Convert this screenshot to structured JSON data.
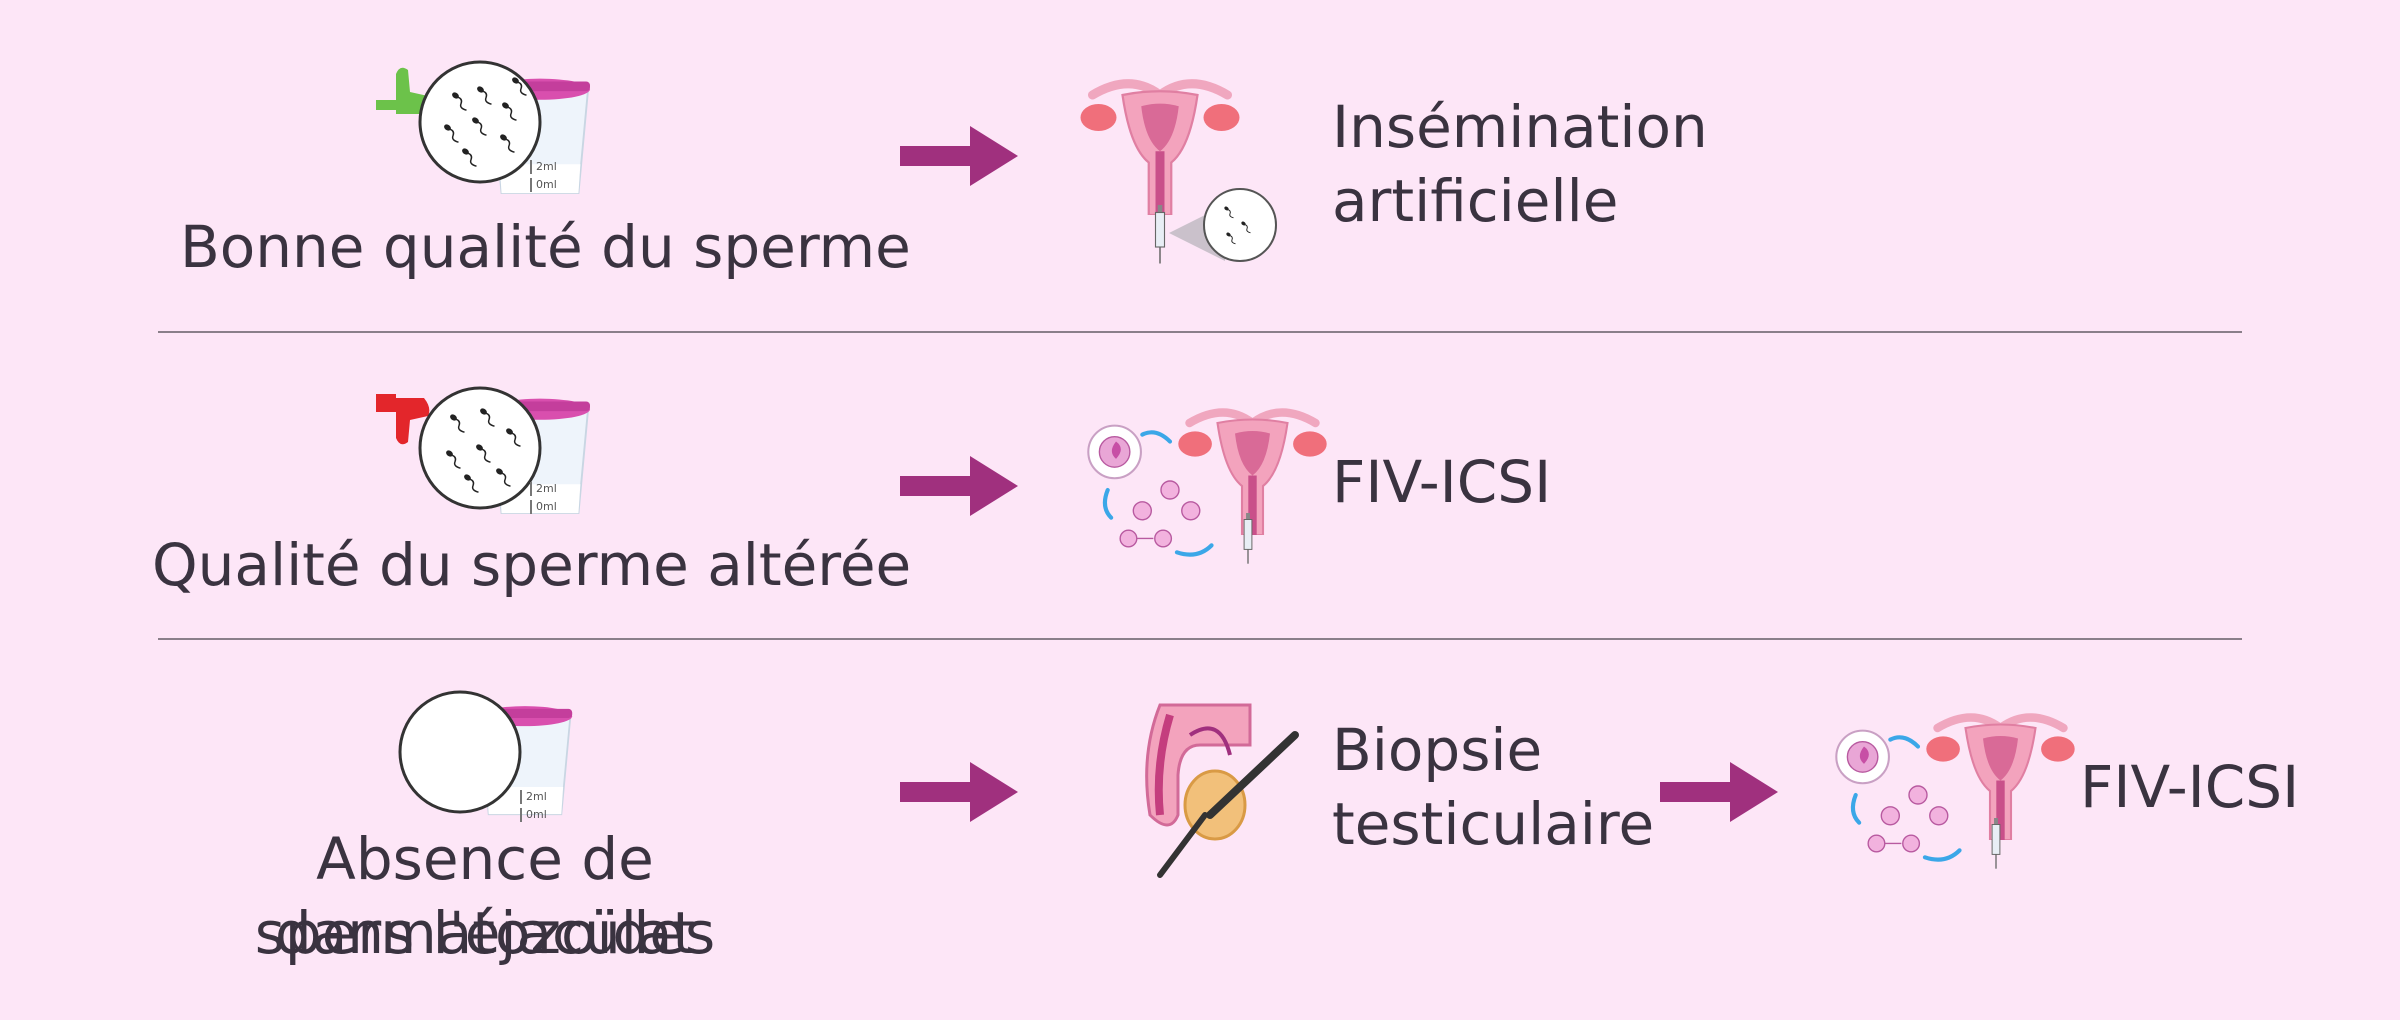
{
  "rows": [
    {
      "condition": "Bonne qualité du sperme",
      "treatment_line1": "Insémination",
      "treatment_line2": "artificielle",
      "quality": "good",
      "quality_icon": "thumbs-up-icon"
    },
    {
      "condition": "Qualité du sperme altérée",
      "treatment": "FIV-ICSI",
      "quality": "bad",
      "quality_icon": "thumbs-down-icon"
    },
    {
      "condition_line1": "Absence de spermatozoïdes",
      "condition_line2": "dans l'éjaculat",
      "step1_line1": "Biopsie",
      "step1_line2": "testiculaire",
      "treatment": "FIV-ICSI"
    }
  ],
  "cup_marks": [
    "2ml",
    "0ml"
  ],
  "colors": {
    "background": "#fde6f7",
    "arrow": "#a0307e",
    "thumb_up": "#6cc24a",
    "thumb_down": "#e3262b",
    "cup": "#d94fae",
    "uterus": "#f3a3bd",
    "cycle_arrows": "#3ba7e8"
  }
}
